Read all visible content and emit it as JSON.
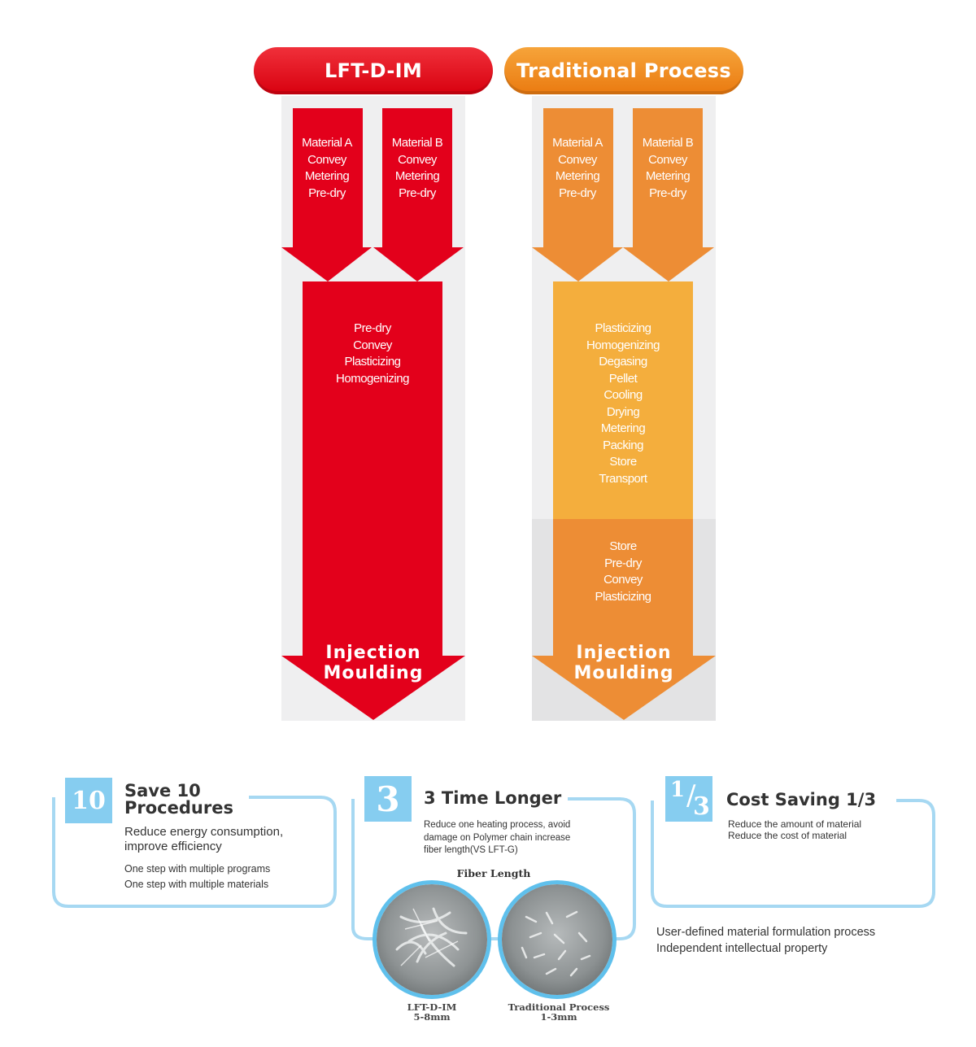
{
  "headers": {
    "lft": "LFT-D-IM",
    "traditional": "Traditional Process"
  },
  "lft": {
    "material_a": [
      "Material A",
      "Convey",
      "Metering",
      "Pre-dry"
    ],
    "material_b": [
      "Material B",
      "Convey",
      "Metering",
      "Pre-dry"
    ],
    "process": [
      "Pre-dry",
      "Convey",
      "Plasticizing",
      "Homogenizing"
    ],
    "result": [
      "Injection",
      "Moulding"
    ]
  },
  "traditional": {
    "material_a": [
      "Material A",
      "Convey",
      "Metering",
      "Pre-dry"
    ],
    "material_b": [
      "Material B",
      "Convey",
      "Metering",
      "Pre-dry"
    ],
    "process": [
      "Plasticizing",
      "Homogenizing",
      "Degasing",
      "Pellet",
      "Cooling",
      "Drying",
      "Metering",
      "Packing",
      "Store",
      "Transport"
    ],
    "process_2": [
      "Store",
      "Pre-dry",
      "Convey",
      "Plasticizing"
    ],
    "result": [
      "Injection",
      "Moulding"
    ]
  },
  "colors": {
    "red": "#e3001b",
    "orange": "#ed8d35",
    "light_orange": "#f4ae3d",
    "panel_gray": "#efeff0",
    "panel_dark_gray": "#e3e3e4",
    "frame_blue": "#a6d8f2",
    "badge_blue": "#86cdf0"
  },
  "cards": {
    "save": {
      "badge": "10",
      "title": [
        "Save 10",
        "Procedures"
      ],
      "subtitle": [
        "Reduce energy consumption,",
        "improve efficiency"
      ],
      "details": [
        "One step with multiple programs",
        "One step with multiple materials"
      ]
    },
    "longer": {
      "badge": "3",
      "title": "3 Time Longer",
      "text": [
        "Reduce one heating process, avoid",
        "damage on Polymer chain increase",
        "fiber length(VS LFT-G)"
      ],
      "fiber_label": "Fiber Length",
      "left_caption": [
        "LFT-D-IM",
        "5-8mm"
      ],
      "right_caption": [
        "Traditional  Process",
        "1-3mm"
      ]
    },
    "cost": {
      "badge_num": "1",
      "badge_den": "3",
      "title": "Cost Saving 1/3",
      "text": [
        "Reduce the amount of material",
        "Reduce the cost of material"
      ]
    }
  },
  "footer": [
    "User-defined material formulation process",
    "Independent intellectual property"
  ]
}
